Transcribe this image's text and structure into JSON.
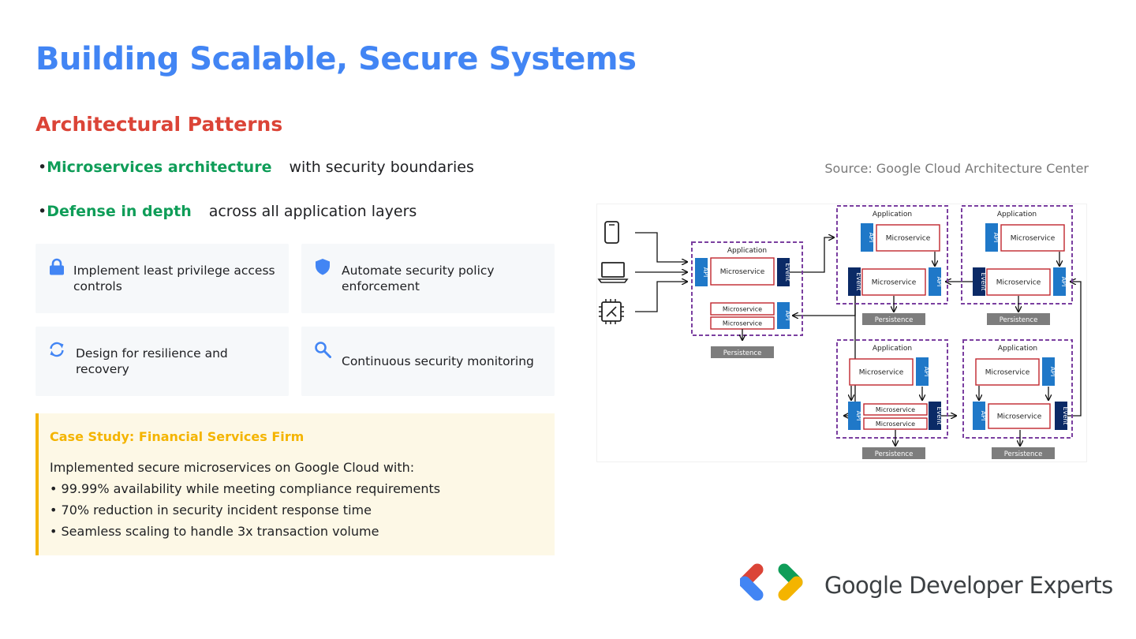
{
  "slide": {
    "title": "Building Scalable, Secure Systems",
    "subtitle": "Architectural Patterns",
    "bullets": [
      {
        "marker": "•",
        "highlight": "Microservices architecture",
        "rest": "with security boundaries"
      },
      {
        "marker": "•",
        "highlight": "Defense in depth",
        "rest": "across all application layers"
      }
    ],
    "source": "Source: Google Cloud Architecture Center",
    "cards": [
      {
        "icon": "lock-icon",
        "text": "Implement least privilege access controls"
      },
      {
        "icon": "shield-icon",
        "text": "Automate security policy enforcement"
      },
      {
        "icon": "sync-icon",
        "text": "Design for resilience and recovery"
      },
      {
        "icon": "search-icon",
        "text": "Continuous security monitoring"
      }
    ],
    "case_study": {
      "title": "Case Study: Financial Services Firm",
      "intro": "Implemented secure microservices on Google Cloud with:",
      "points": [
        "• 99.99% availability while meeting compliance requirements",
        "• 70% reduction in security incident response time",
        "• Seamless scaling to handle 3x transaction volume"
      ]
    },
    "diagram": {
      "application_label": "Application",
      "microservice_label": "Microservice",
      "api_label": "API",
      "event_label": "Event",
      "persistence_label": "Persistence",
      "client_icons": [
        "mobile-phone-icon",
        "laptop-icon",
        "iot-chip-icon"
      ]
    },
    "brand": {
      "name": "Google Developer Experts",
      "colors": {
        "blue": "#4285F4",
        "red": "#DB4437",
        "green": "#0F9D58",
        "yellow": "#F4B400"
      }
    }
  }
}
